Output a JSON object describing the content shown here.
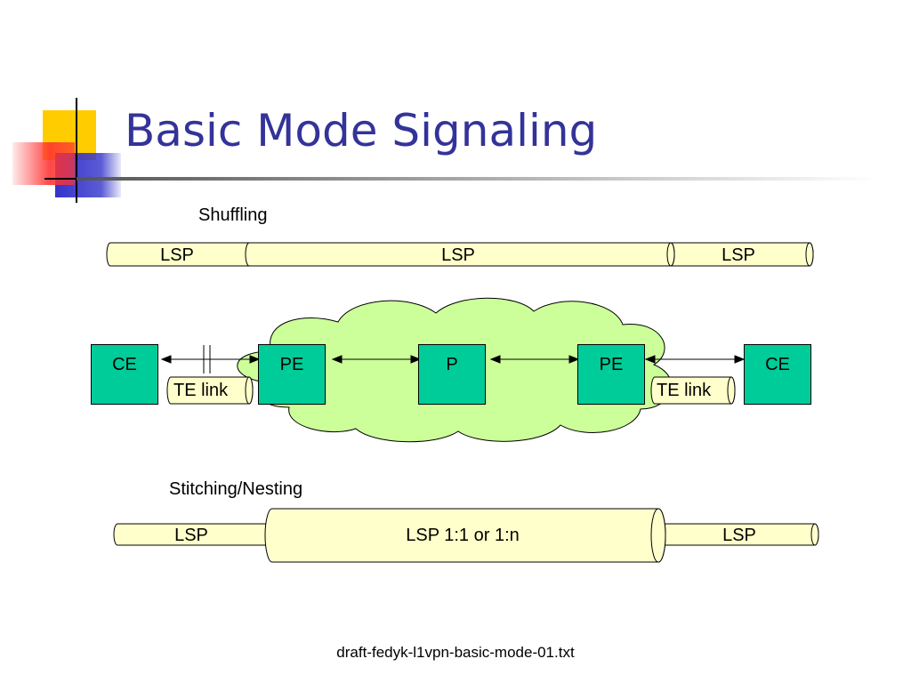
{
  "title": "Basic Mode Signaling",
  "shuffling": {
    "label": "Shuffling",
    "lsp_segments": [
      "LSP",
      "LSP",
      "LSP"
    ]
  },
  "network": {
    "nodes": [
      "CE",
      "PE",
      "P",
      "PE",
      "CE"
    ],
    "te_links": [
      "TE link",
      "TE link"
    ]
  },
  "stitching": {
    "label": "Stitching/Nesting",
    "lsp_segments": [
      "LSP",
      "LSP 1:1 or 1:n",
      "LSP"
    ]
  },
  "footer": "draft-fedyk-l1vpn-basic-mode-01.txt",
  "colors": {
    "title": "#333399",
    "pipe_fill": "#ffffcc",
    "cloud_fill": "#ccff99",
    "node_fill": "#00cc99",
    "logo_yellow": "#ffcc00",
    "logo_red": "#ff3333",
    "logo_blue": "#3333cc"
  }
}
